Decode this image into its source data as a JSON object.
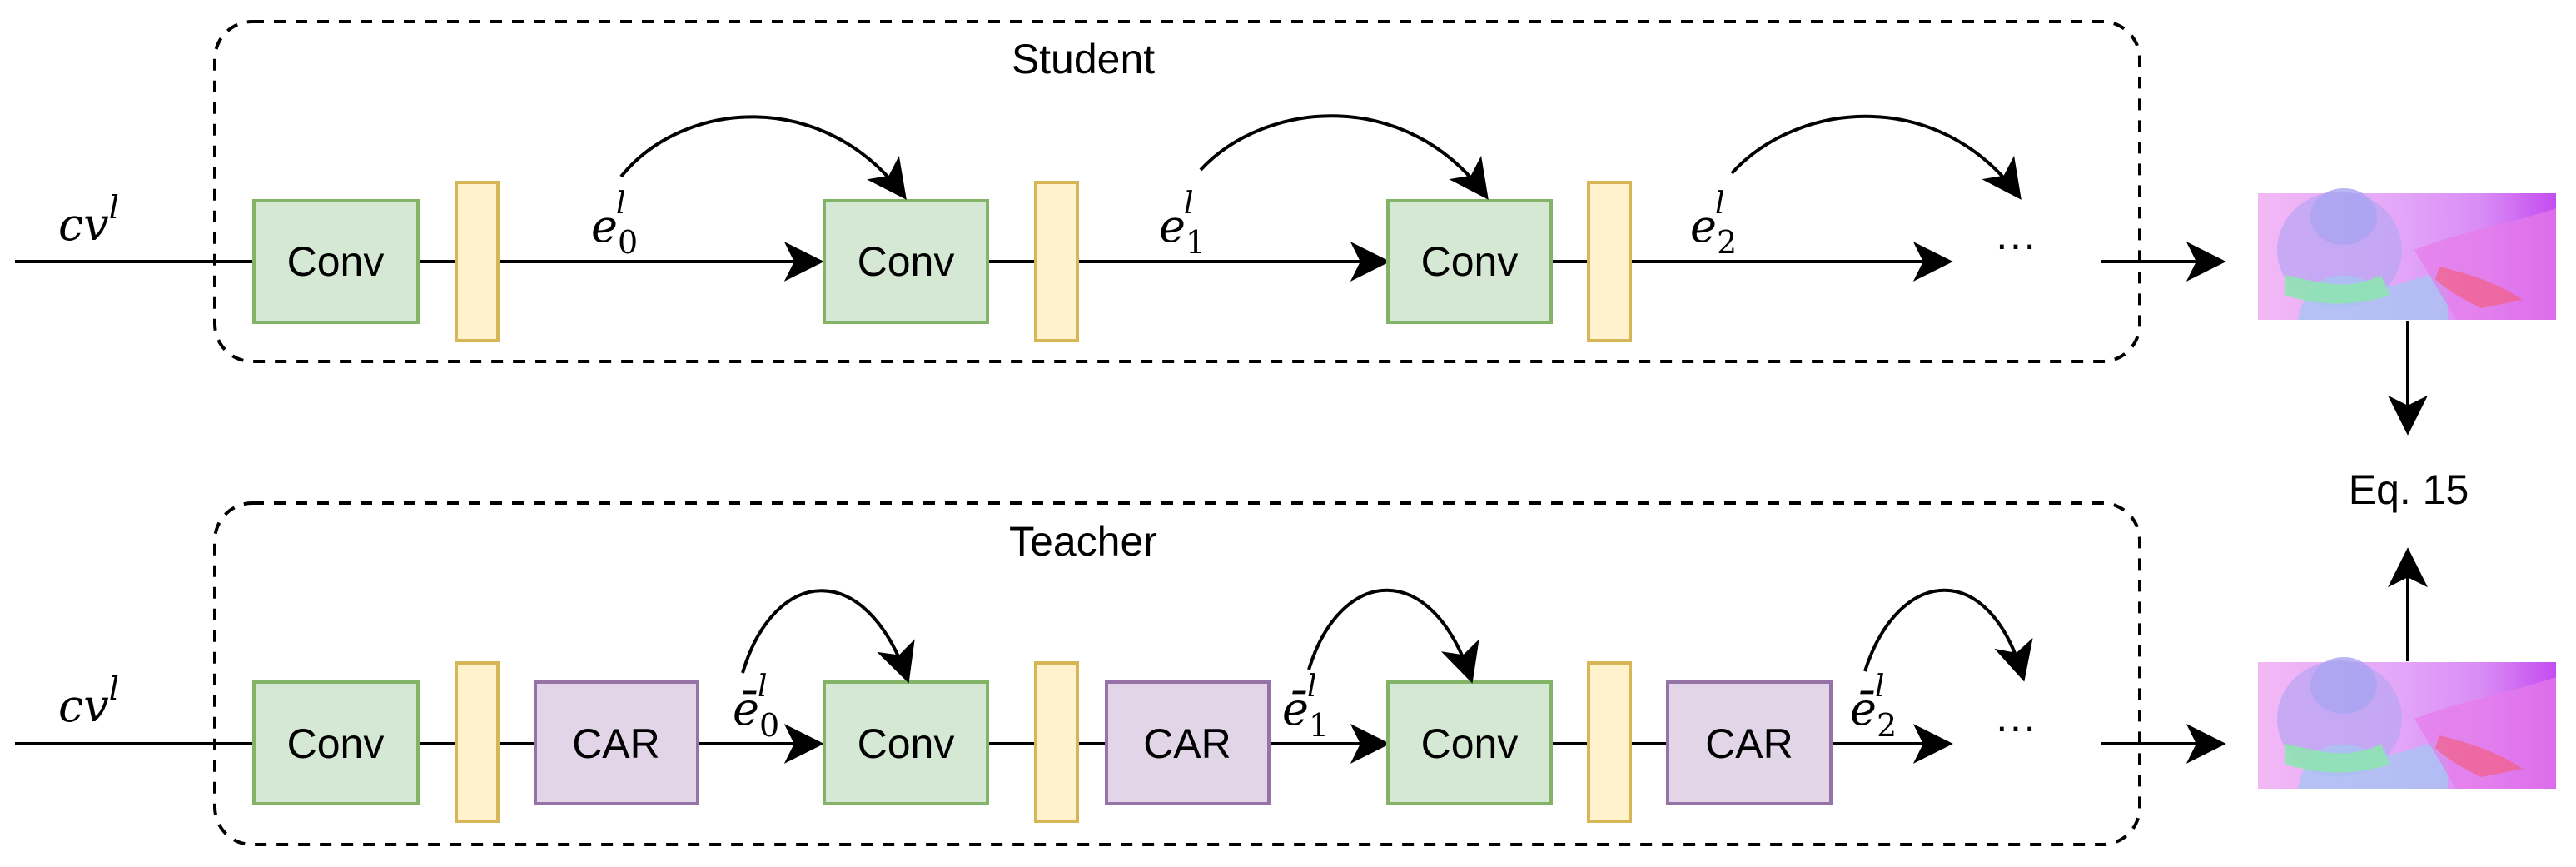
{
  "student": {
    "title": "Student",
    "input_base": "cv",
    "input_sup": "l",
    "conv_labels": [
      "Conv",
      "Conv",
      "Conv"
    ],
    "edges": [
      {
        "base": "e",
        "sup": "l",
        "sub": "0"
      },
      {
        "base": "e",
        "sup": "l",
        "sub": "1"
      },
      {
        "base": "e",
        "sup": "l",
        "sub": "2"
      }
    ],
    "ellipsis": "···"
  },
  "teacher": {
    "title": "Teacher",
    "input_base": "cv",
    "input_sup": "l",
    "conv_labels": [
      "Conv",
      "Conv",
      "Conv"
    ],
    "car_labels": [
      "CAR",
      "CAR",
      "CAR"
    ],
    "edges": [
      {
        "base": "ē",
        "sup": "l",
        "sub": "0"
      },
      {
        "base": "ē",
        "sup": "l",
        "sub": "1"
      },
      {
        "base": "ē",
        "sup": "l",
        "sub": "2"
      }
    ],
    "ellipsis": "···"
  },
  "equation_label": "Eq. 15",
  "colors": {
    "conv_fill": "#d5e8d4",
    "conv_stroke": "#82b366",
    "car_fill": "#e1d5e7",
    "car_stroke": "#9673a6",
    "bar_fill": "#fff2cc",
    "bar_stroke": "#d6b656"
  }
}
